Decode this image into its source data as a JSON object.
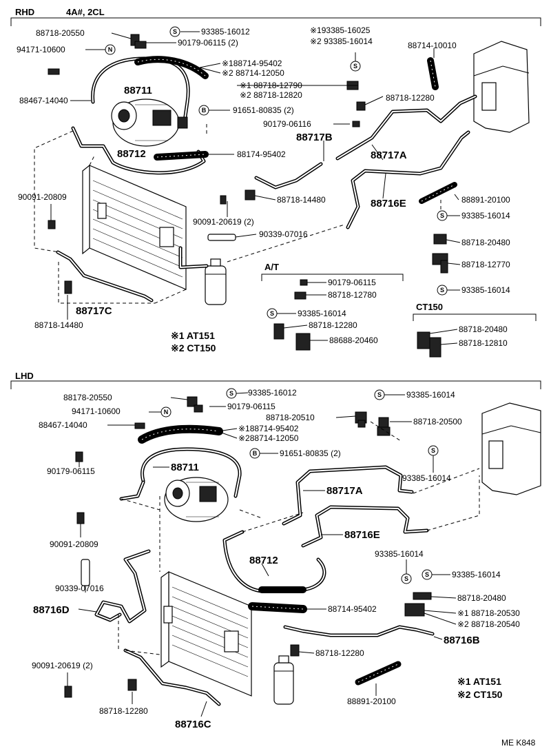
{
  "rhd": {
    "section_label": "RHD",
    "engine": "4A#, 2CL",
    "callouts": {
      "c20550": "88718-20550",
      "c10600": "94171-10600",
      "c14040": "88467-14040",
      "c16012": "93385-16012",
      "c06115_2": "90179-06115 (2)",
      "c16025": "※193385-16025",
      "c16014_2": "※2 93385-16014",
      "c10010": "88714-10010",
      "c95402_1": "※188714-95402",
      "c12050_2": "※2 88714-12050",
      "c12790_1": "※1 88718-12790",
      "c12820_2": "※2 88718-12820",
      "c12280": "88718-12280",
      "p88711": "88711",
      "c80835": "91651-80835 (2)",
      "c06116": "90179-06116",
      "p88717B": "88717B",
      "p88712": "88712",
      "c95402": "88174-95402",
      "p88717A": "88717A",
      "c14480a": "88718-14480",
      "p88716E": "88716E",
      "c20100": "88891-20100",
      "c20809": "90091-20809",
      "c20619": "90091-20619 (2)",
      "c07016": "90339-07016",
      "c16014a": "93385-16014",
      "c20480": "88718-20480",
      "c12770": "88718-12770",
      "c16014b": "93385-16014",
      "p88717C": "88717C",
      "c14480b": "88718-14480",
      "at_title": "A/T",
      "at_06115": "90179-06115",
      "at_12780": "88718-12780",
      "at_16014": "93385-16014",
      "at_12280": "88718-12280",
      "at_20460": "88688-20460",
      "ct_title": "CT150",
      "ct_20480": "88718-20480",
      "ct_12810": "88718-12810",
      "fn1": "※1 AT151",
      "fn2": "※2 CT150"
    }
  },
  "lhd": {
    "section_label": "LHD",
    "callouts": {
      "c20550": "88178-20550",
      "c16012": "93385-16012",
      "c10600": "94171-10600",
      "c06115": "90179-06115",
      "c14040": "88467-14040",
      "c95402_1": "※188714-95402",
      "c12050_2": "※288714-12050",
      "c06115b": "90179-06115",
      "c80835": "91651-80835 (2)",
      "p88711": "88711",
      "c16014a": "93385-16014",
      "c20510": "88718-20510",
      "c20500": "88718-20500",
      "c16014b": "93385-16014",
      "p88717A": "88717A",
      "p88716E": "88716E",
      "c20809": "90091-20809",
      "c16014c": "93385-16014",
      "c16014d": "93385-16014",
      "p88712": "88712",
      "c20480": "88718-20480",
      "c07016": "90339-07016",
      "p88716D": "88716D",
      "c95402": "88714-95402",
      "c20530_1": "※1 88718-20530",
      "c20540_2": "※2 88718-20540",
      "p88716B": "88716B",
      "c12280a": "88718-12280",
      "c20619": "90091-20619 (2)",
      "c12280b": "88718-12280",
      "c20100": "88891-20100",
      "p88716C": "88716C",
      "fn1": "※1 AT151",
      "fn2": "※2 CT150"
    }
  },
  "figure_code": "ME K848",
  "symbols": {
    "s": "S",
    "n": "N",
    "b": "B"
  }
}
